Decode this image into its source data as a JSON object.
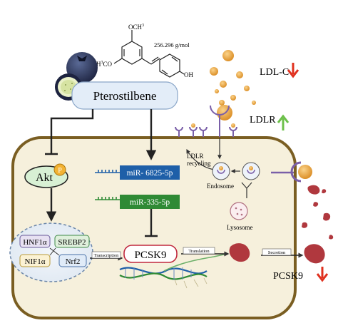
{
  "compound": {
    "name": "Pterostilbene",
    "molar_mass": "256.296 g/mol",
    "substituents": {
      "methoxy_top": "OCH",
      "methoxy_top_sup": "3",
      "methoxy_left_prefix": "H",
      "methoxy_left_sup": "3",
      "methoxy_left_suffix": "CO",
      "hydroxyl": "OH"
    }
  },
  "extracellular": {
    "ldl_c": "LDL-C",
    "ldlr": "LDLR",
    "pcsk9_out": "PCSK9"
  },
  "cell": {
    "akt": "Akt",
    "akt_badge": "P",
    "mir_6825": "miR- 6825-5p",
    "mir_335": "miR-335-5p",
    "recycling_line1": "LDLR",
    "recycling_line2": "recycling",
    "endosome": "Endosome",
    "lysosome": "Lysosome",
    "tf_hnf1a": "HNF1α",
    "tf_srebp2": "SREBP2",
    "tf_nif1a": "NIF1α",
    "tf_nrf2": "Nrf2",
    "transcription": "Transcription",
    "pcsk9_gene": "PCSK9",
    "translation": "Translation",
    "secretion": "Secretion"
  },
  "colors": {
    "membrane": "#7a5e22",
    "cytoplasm": "#f6f0dc",
    "mirna_box": "#1e5fa8",
    "mirna_box_green": "#2f8a35",
    "akt_fill": "#d8f0d4",
    "down_arrow": "#e0301e",
    "up_arrow": "#6cc04a",
    "pcsk9_protein": "#b0383e",
    "ldl": "#e8a23a"
  },
  "icons": [
    "blueberry-icon",
    "ldl-particle-icon",
    "ldlr-receptor-icon",
    "down-arrow-icon",
    "up-arrow-icon",
    "endosome-icon",
    "lysosome-icon",
    "pcsk9-protein-icon",
    "dna-icon",
    "mrna-icon",
    "phosphate-badge-icon"
  ]
}
